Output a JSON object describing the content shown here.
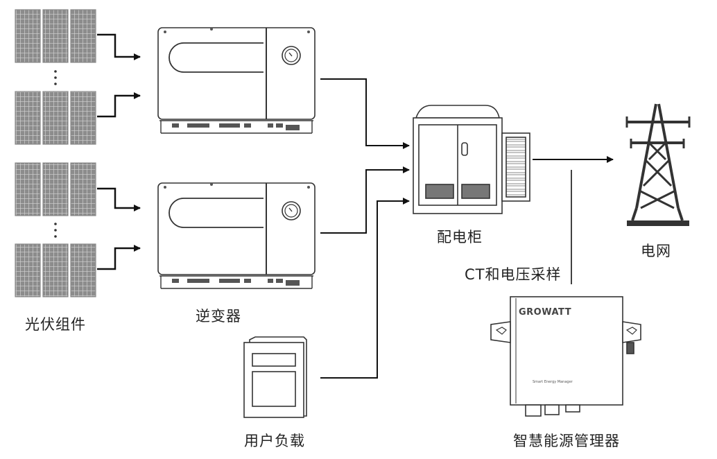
{
  "labels": {
    "pv_modules": "光伏组件",
    "inverter": "逆变器",
    "user_load": "用户负载",
    "distribution_cabinet": "配电柜",
    "grid": "电网",
    "ct_voltage_sampling": "CT和电压采样",
    "smart_energy_manager": "智慧能源管理器"
  },
  "device_text": {
    "manager_brand": "GROWATT",
    "manager_caption": "Smart Energy Manager"
  },
  "colors": {
    "line": "#111111",
    "outline": "#444444",
    "panel_fill": "#8a8a8a",
    "panel_frame": "#d6d6d6",
    "text": "#222222"
  }
}
